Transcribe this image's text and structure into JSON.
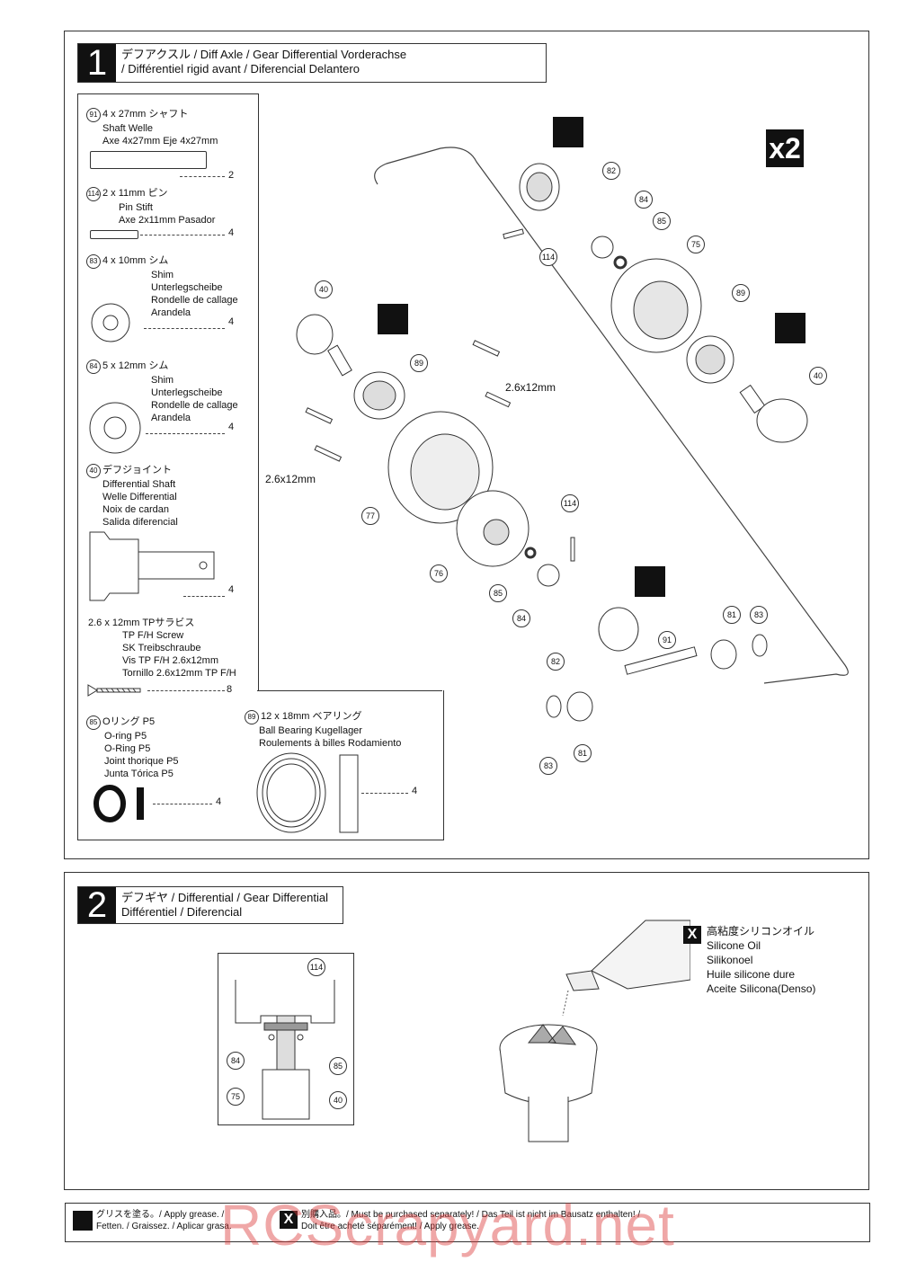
{
  "step1": {
    "number": "1",
    "title_line1": "デフアクスル / Diff Axle / Gear Differential Vorderachse",
    "title_line2": "/ Différentiel rigid avant  / Diferencial Delantero",
    "multiplier": "x2",
    "parts": [
      {
        "id": "91",
        "lines": [
          "4 x 27mm  シャフト",
          "Shaft   Welle",
          "Axe 4x27mm    Eje 4x27mm"
        ],
        "qty": "2"
      },
      {
        "id": "114",
        "lines": [
          "2 x 11mm  ピン",
          "Pin   Stift",
          "Axe 2x11mm     Pasador"
        ],
        "qty": "4"
      },
      {
        "id": "83",
        "lines": [
          "4 x 10mm  シム",
          "Shim",
          "Unterlegscheibe",
          "Rondelle de callage",
          "Arandela"
        ],
        "qty": "4"
      },
      {
        "id": "84",
        "lines": [
          "5 x 12mm  シム",
          "Shim",
          "Unterlegscheibe",
          "Rondelle de callage",
          "Arandela"
        ],
        "qty": "4"
      },
      {
        "id": "40",
        "lines": [
          "デフジョイント",
          "Differential Shaft",
          "Welle Differential",
          "Noix de cardan",
          "Salida diferencial"
        ],
        "qty": "4"
      },
      {
        "id": "",
        "lines": [
          "2.6 x 12mm  TPサラビス",
          "TP F/H Screw",
          "SK Treibschraube",
          "Vis TP F/H 2.6x12mm",
          "Tornillo 2.6x12mm TP F/H"
        ],
        "qty": "8"
      },
      {
        "id": "85",
        "lines": [
          "Oリング P5",
          "O-ring P5",
          "O-Ring P5",
          "Joint thorique P5",
          "Junta Tórica P5"
        ],
        "qty": "4"
      },
      {
        "id": "89",
        "lines": [
          "12 x 18mm  ベアリング",
          "Ball Bearing    Kugellager",
          "Roulements à billes     Rodamiento"
        ],
        "qty": "4"
      }
    ],
    "callouts": [
      "82",
      "84",
      "85",
      "114",
      "75",
      "89",
      "40",
      "40",
      "89",
      "77",
      "76",
      "114",
      "85",
      "84",
      "91",
      "81",
      "83",
      "82",
      "83",
      "81"
    ],
    "screw_label": "2.6x12mm"
  },
  "step2": {
    "number": "2",
    "title_line1": "デフギヤ / Differential / Gear Differential",
    "title_line2": "Différentiel / Diferencial",
    "callouts": [
      "114",
      "84",
      "85",
      "75",
      "40"
    ],
    "oil_lines": [
      "高粘度シリコンオイル",
      "Silicone Oil",
      "Silikonoel",
      "Huile silicone dure",
      "Aceite Silicona(Denso)"
    ]
  },
  "legend": {
    "grease_line1": "グリスを塗る。/ Apply grease. /",
    "grease_line2": "Fetten. / Graissez. / Aplicar grasa.",
    "purchase_line1": "別購入品。/ Must be purchased separately! / Das Teil ist nicht im Bausatz enthalten! /",
    "purchase_line2": "Doit être acheté séparément! / Apply grease.",
    "x_mark": "X"
  },
  "watermark": "RCScrapyard.net"
}
